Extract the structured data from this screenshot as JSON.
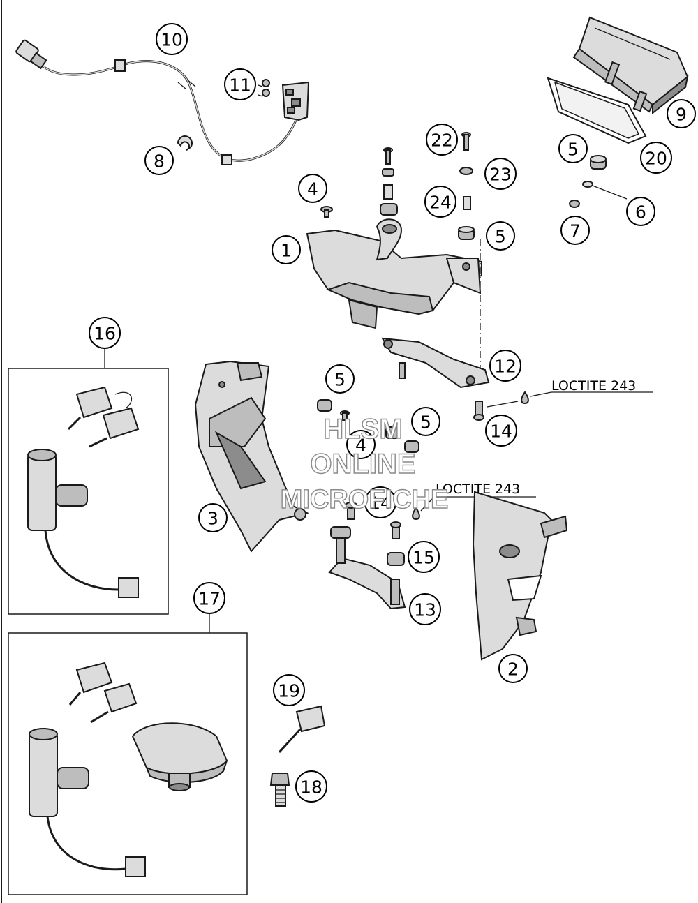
{
  "callouts": {
    "c1": "1",
    "c2": "2",
    "c3": "3",
    "c4a": "4",
    "c4b": "4",
    "c5a": "5",
    "c5b": "5",
    "c5c": "5",
    "c5d": "5",
    "c6": "6",
    "c7": "7",
    "c8": "8",
    "c9": "9",
    "c10": "10",
    "c11": "11",
    "c12": "12",
    "c13": "13",
    "c14a": "14",
    "c14b": "14",
    "c15": "15",
    "c16": "16",
    "c17": "17",
    "c18": "18",
    "c19": "19",
    "c20": "20",
    "c22": "22",
    "c23": "23",
    "c24": "24"
  },
  "notes": {
    "loctite_upper": "LOCTITE 243",
    "loctite_lower": "LOCTITE 243"
  },
  "watermark": {
    "line1": "HLSM",
    "line2": "ONLINE",
    "line3": "MICROFICHE"
  },
  "colors": {
    "part_fill": "#bdbdbd",
    "line": "#1a1a1a",
    "watermark_outline": "#8a8a8a"
  }
}
